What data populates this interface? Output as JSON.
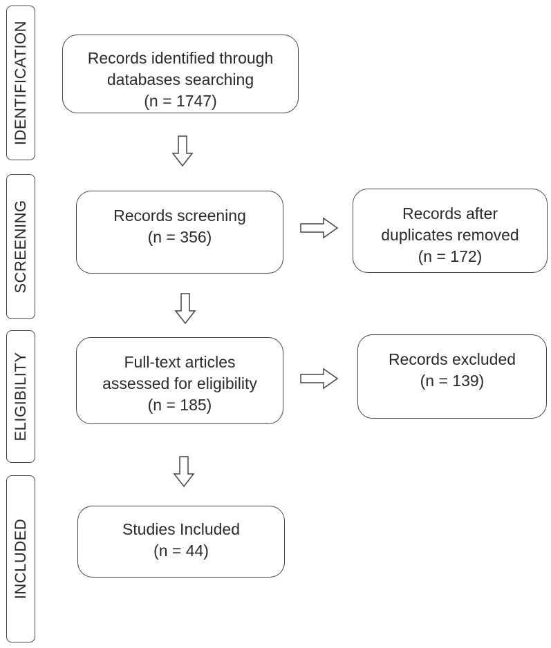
{
  "stages": {
    "identification": "IDENTIFICATION",
    "screening": "SCREENING",
    "eligibility": "ELIGIBILITY",
    "included": "INCLUDED"
  },
  "boxes": {
    "identified": {
      "line1": "Records identified through",
      "line2": "databases searching",
      "line3": "(n = 1747)"
    },
    "screening": {
      "line1": "Records screening",
      "line2": "(n = 356)"
    },
    "duplicates": {
      "line1": "Records after",
      "line2": "duplicates removed",
      "line3": "(n = 172)"
    },
    "fulltext": {
      "line1": "Full-text articles",
      "line2": "assessed for eligibility",
      "line3": "(n = 185)"
    },
    "excluded": {
      "line1": "Records excluded",
      "line2": "(n = 139)"
    },
    "included": {
      "line1": "Studies Included",
      "line2": "(n = 44)"
    }
  }
}
